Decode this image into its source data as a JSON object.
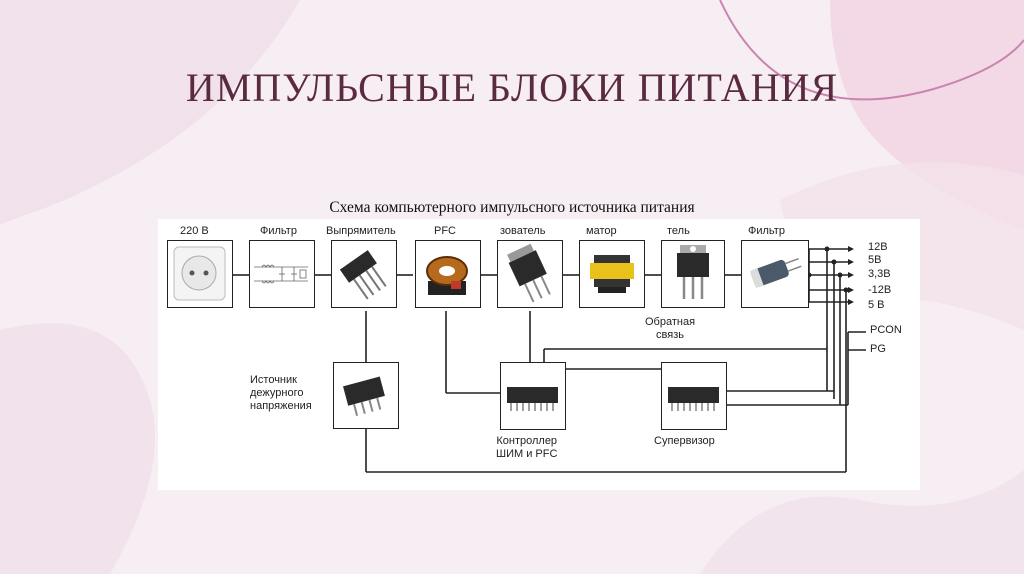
{
  "slide": {
    "title": "ИМПУЛЬСНЫЕ БЛОКИ ПИТАНИЯ",
    "caption": "Схема компьютерного импульсного источника питания"
  },
  "diagram": {
    "top_labels": {
      "input": "220 В",
      "filter1": "Фильтр",
      "rectifier": "Выпрямитель",
      "pfc": "PFC",
      "converter": "зователь",
      "transformer": "матор",
      "rectifier2": "тель",
      "filter2": "Фильтр"
    },
    "outputs": [
      "12В",
      "5В",
      "3,3В",
      "-12В",
      "5 В"
    ],
    "signals": [
      "PCON",
      "PG"
    ],
    "feedback": "Обратная\nсвязь",
    "standby": "Источник\nдежурного\nнапряжения",
    "controller": "Контроллер\nШИМ и PFC",
    "supervisor": "Супервизор"
  }
}
